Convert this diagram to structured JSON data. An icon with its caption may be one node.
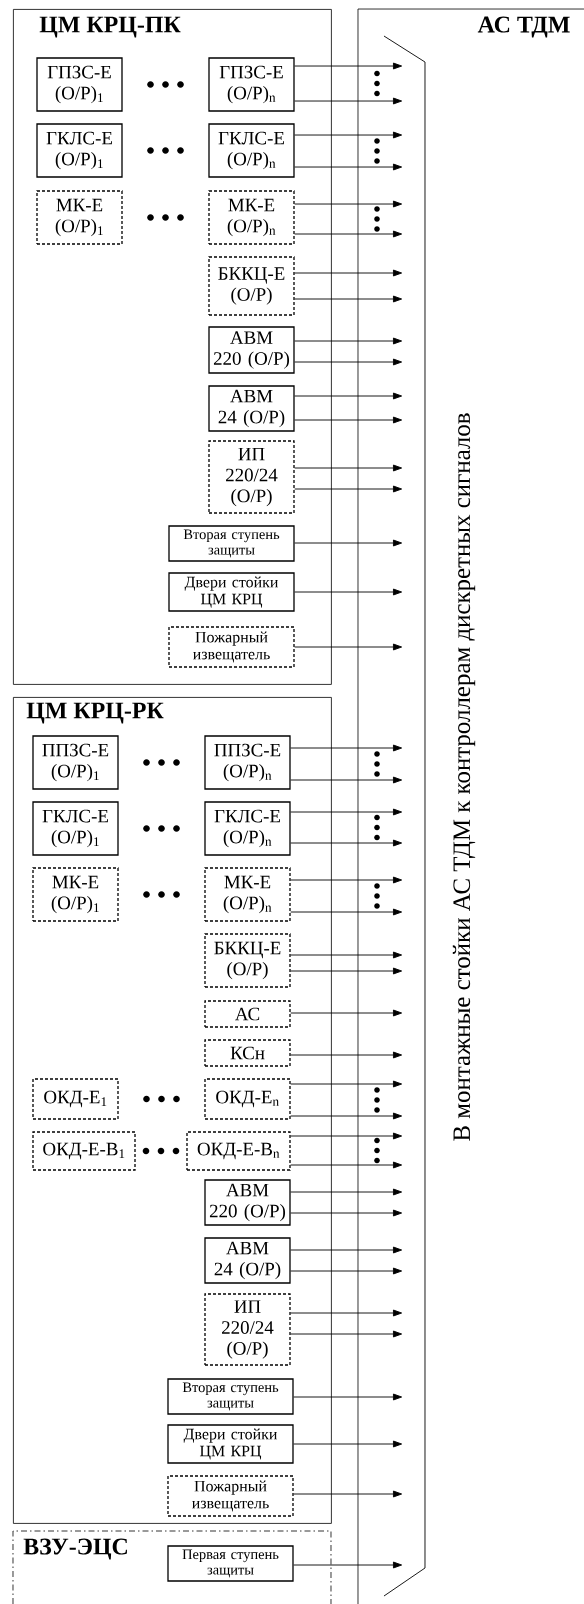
{
  "diagram": {
    "nodes": [
      {
        "text": [
          "ЦМ КРЦ-ПК"
        ]
      },
      {
        "text": [
          "ГПЗС-Е (О/Р)$_{1}$"
        ],
        "in": 0
      },
      {
        "text": [
          "ГПЗС-Е (О/Р)$_{n}$"
        ],
        "in": 0
      },
      {
        "text": [
          "ГКЛС-Е (О/Р)$_{1}$"
        ],
        "in": 0
      },
      {
        "text": [
          "ГКЛС-Е (О/Р)$_{n}$"
        ],
        "in": 0
      },
      {
        "text": [
          "МК-Е (О/Р)$_{1}$"
        ],
        "in": 0
      },
      {
        "text": [
          "МК-Е (О/Р)$_{n}$"
        ],
        "in": 0
      },
      {
        "text": [
          "БККЦ-Е (О/Р)"
        ],
        "in": 0
      },
      {
        "text": [
          "АВМ 220 (О/Р)"
        ],
        "in": 0
      },
      {
        "text": [
          "АВМ 24 (О/Р)"
        ],
        "in": 0
      },
      {
        "text": [
          "ИП 220/24 (О/Р)"
        ],
        "in": 0
      },
      {
        "text": [
          "Вторая ступень защиты"
        ],
        "in": 0
      },
      {
        "text": [
          "Двери стойки ЦМ КРЦ"
        ],
        "in": 0
      },
      {
        "text": [
          "Пожарный извещатель"
        ],
        "in": 0
      },
      {
        "text": [
          "ЦМ КРЦ-РК"
        ]
      },
      {
        "text": [
          "ППЗС-Е (О/Р)$_{1}$"
        ],
        "in": 14
      },
      {
        "text": [
          "ППЗС-Е (О/Р)$_{n}$"
        ],
        "in": 14
      },
      {
        "text": [
          "ГКЛС-Е (О/Р)$_{1}$"
        ],
        "in": 14
      },
      {
        "text": [
          "ГКЛС-Е (О/Р)$_{n}$"
        ],
        "in": 14
      },
      {
        "text": [
          "МК-Е (О/Р)$_{1}$"
        ],
        "in": 14
      },
      {
        "text": [
          "МК-Е (О/Р)$_{n}$"
        ],
        "in": 14
      },
      {
        "text": [
          "БККЦ-Е (О/Р)"
        ],
        "in": 14
      },
      {
        "text": [
          "АС"
        ],
        "in": 14
      },
      {
        "text": [
          "КСн"
        ],
        "in": 14
      },
      {
        "text": [
          "ОКД-Е$_{1}$"
        ],
        "in": 14
      },
      {
        "text": [
          "ОКД-Е$_{n}$"
        ],
        "in": 14
      },
      {
        "text": [
          "ОКД-Е-В$_{1}$"
        ],
        "in": 14
      },
      {
        "text": [
          "ОКД-Е-В$_{n}$"
        ],
        "in": 14
      },
      {
        "text": [
          "АВМ 220 (О/Р)"
        ],
        "in": 14
      },
      {
        "text": [
          "АВМ 24 (О/Р)"
        ],
        "in": 14
      },
      {
        "text": [
          "ИП 220/24 (О/Р)"
        ],
        "in": 14
      },
      {
        "text": [
          "Вторая ступень защиты"
        ],
        "in": 14
      },
      {
        "text": [
          "Двери стойки ЦМ КРЦ"
        ],
        "in": 14
      },
      {
        "text": [
          "Пожарный извещатель"
        ],
        "in": 14
      },
      {
        "text": [
          "ВЗУ-ЭЦС"
        ]
      },
      {
        "text": [
          "Первая ступень защиты"
        ],
        "in": 34
      },
      {
        "text": [
          "АС ТДМ",
          "В монтажные стойки АС ТДМ к контроллерам дискретных сигналов"
        ]
      },
      {
        "text": [],
        "shape": "bar",
        "in": 36
      }
    ],
    "edges": [
      {
        "from": 2,
        "to": 37,
        "arrow": "to"
      },
      {
        "from": 2,
        "to": 37,
        "arrow": "to"
      },
      {
        "from": 4,
        "to": 37,
        "arrow": "to"
      },
      {
        "from": 4,
        "to": 37,
        "arrow": "to"
      },
      {
        "from": 6,
        "to": 37,
        "arrow": "to"
      },
      {
        "from": 6,
        "to": 37,
        "arrow": "to"
      },
      {
        "from": 7,
        "to": 37,
        "arrow": "to"
      },
      {
        "from": 7,
        "to": 37,
        "arrow": "to"
      },
      {
        "from": 8,
        "to": 37,
        "arrow": "to"
      },
      {
        "from": 8,
        "to": 37,
        "arrow": "to"
      },
      {
        "from": 9,
        "to": 37,
        "arrow": "to"
      },
      {
        "from": 9,
        "to": 37,
        "arrow": "to"
      },
      {
        "from": 10,
        "to": 37,
        "arrow": "to"
      },
      {
        "from": 10,
        "to": 37,
        "arrow": "to"
      },
      {
        "from": 11,
        "to": 37,
        "arrow": "to"
      },
      {
        "from": 12,
        "to": 37,
        "arrow": "to"
      },
      {
        "from": 13,
        "to": 37,
        "arrow": "to"
      },
      {
        "from": 16,
        "to": 37,
        "arrow": "to"
      },
      {
        "from": 16,
        "to": 37,
        "arrow": "to"
      },
      {
        "from": 18,
        "to": 37,
        "arrow": "to"
      },
      {
        "from": 18,
        "to": 37,
        "arrow": "to"
      },
      {
        "from": 20,
        "to": 37,
        "arrow": "to"
      },
      {
        "from": 20,
        "to": 37,
        "arrow": "to"
      },
      {
        "from": 21,
        "to": 37,
        "arrow": "to"
      },
      {
        "from": 21,
        "to": 37,
        "arrow": "to"
      },
      {
        "from": 22,
        "to": 37,
        "arrow": "to"
      },
      {
        "from": 23,
        "to": 37,
        "arrow": "to"
      },
      {
        "from": 25,
        "to": 37,
        "arrow": "to"
      },
      {
        "from": 25,
        "to": 37,
        "arrow": "to"
      },
      {
        "from": 27,
        "to": 37,
        "arrow": "to"
      },
      {
        "from": 27,
        "to": 37,
        "arrow": "to"
      },
      {
        "from": 28,
        "to": 37,
        "arrow": "to"
      },
      {
        "from": 28,
        "to": 37,
        "arrow": "to"
      },
      {
        "from": 29,
        "to": 37,
        "arrow": "to"
      },
      {
        "from": 29,
        "to": 37,
        "arrow": "to"
      },
      {
        "from": 30,
        "to": 37,
        "arrow": "to"
      },
      {
        "from": 30,
        "to": 37,
        "arrow": "to"
      },
      {
        "from": 31,
        "to": 37,
        "arrow": "to"
      },
      {
        "from": 32,
        "to": 37,
        "arrow": "to"
      },
      {
        "from": 33,
        "to": 37,
        "arrow": "to"
      },
      {
        "from": 35,
        "to": 37,
        "arrow": "to"
      }
    ]
  }
}
